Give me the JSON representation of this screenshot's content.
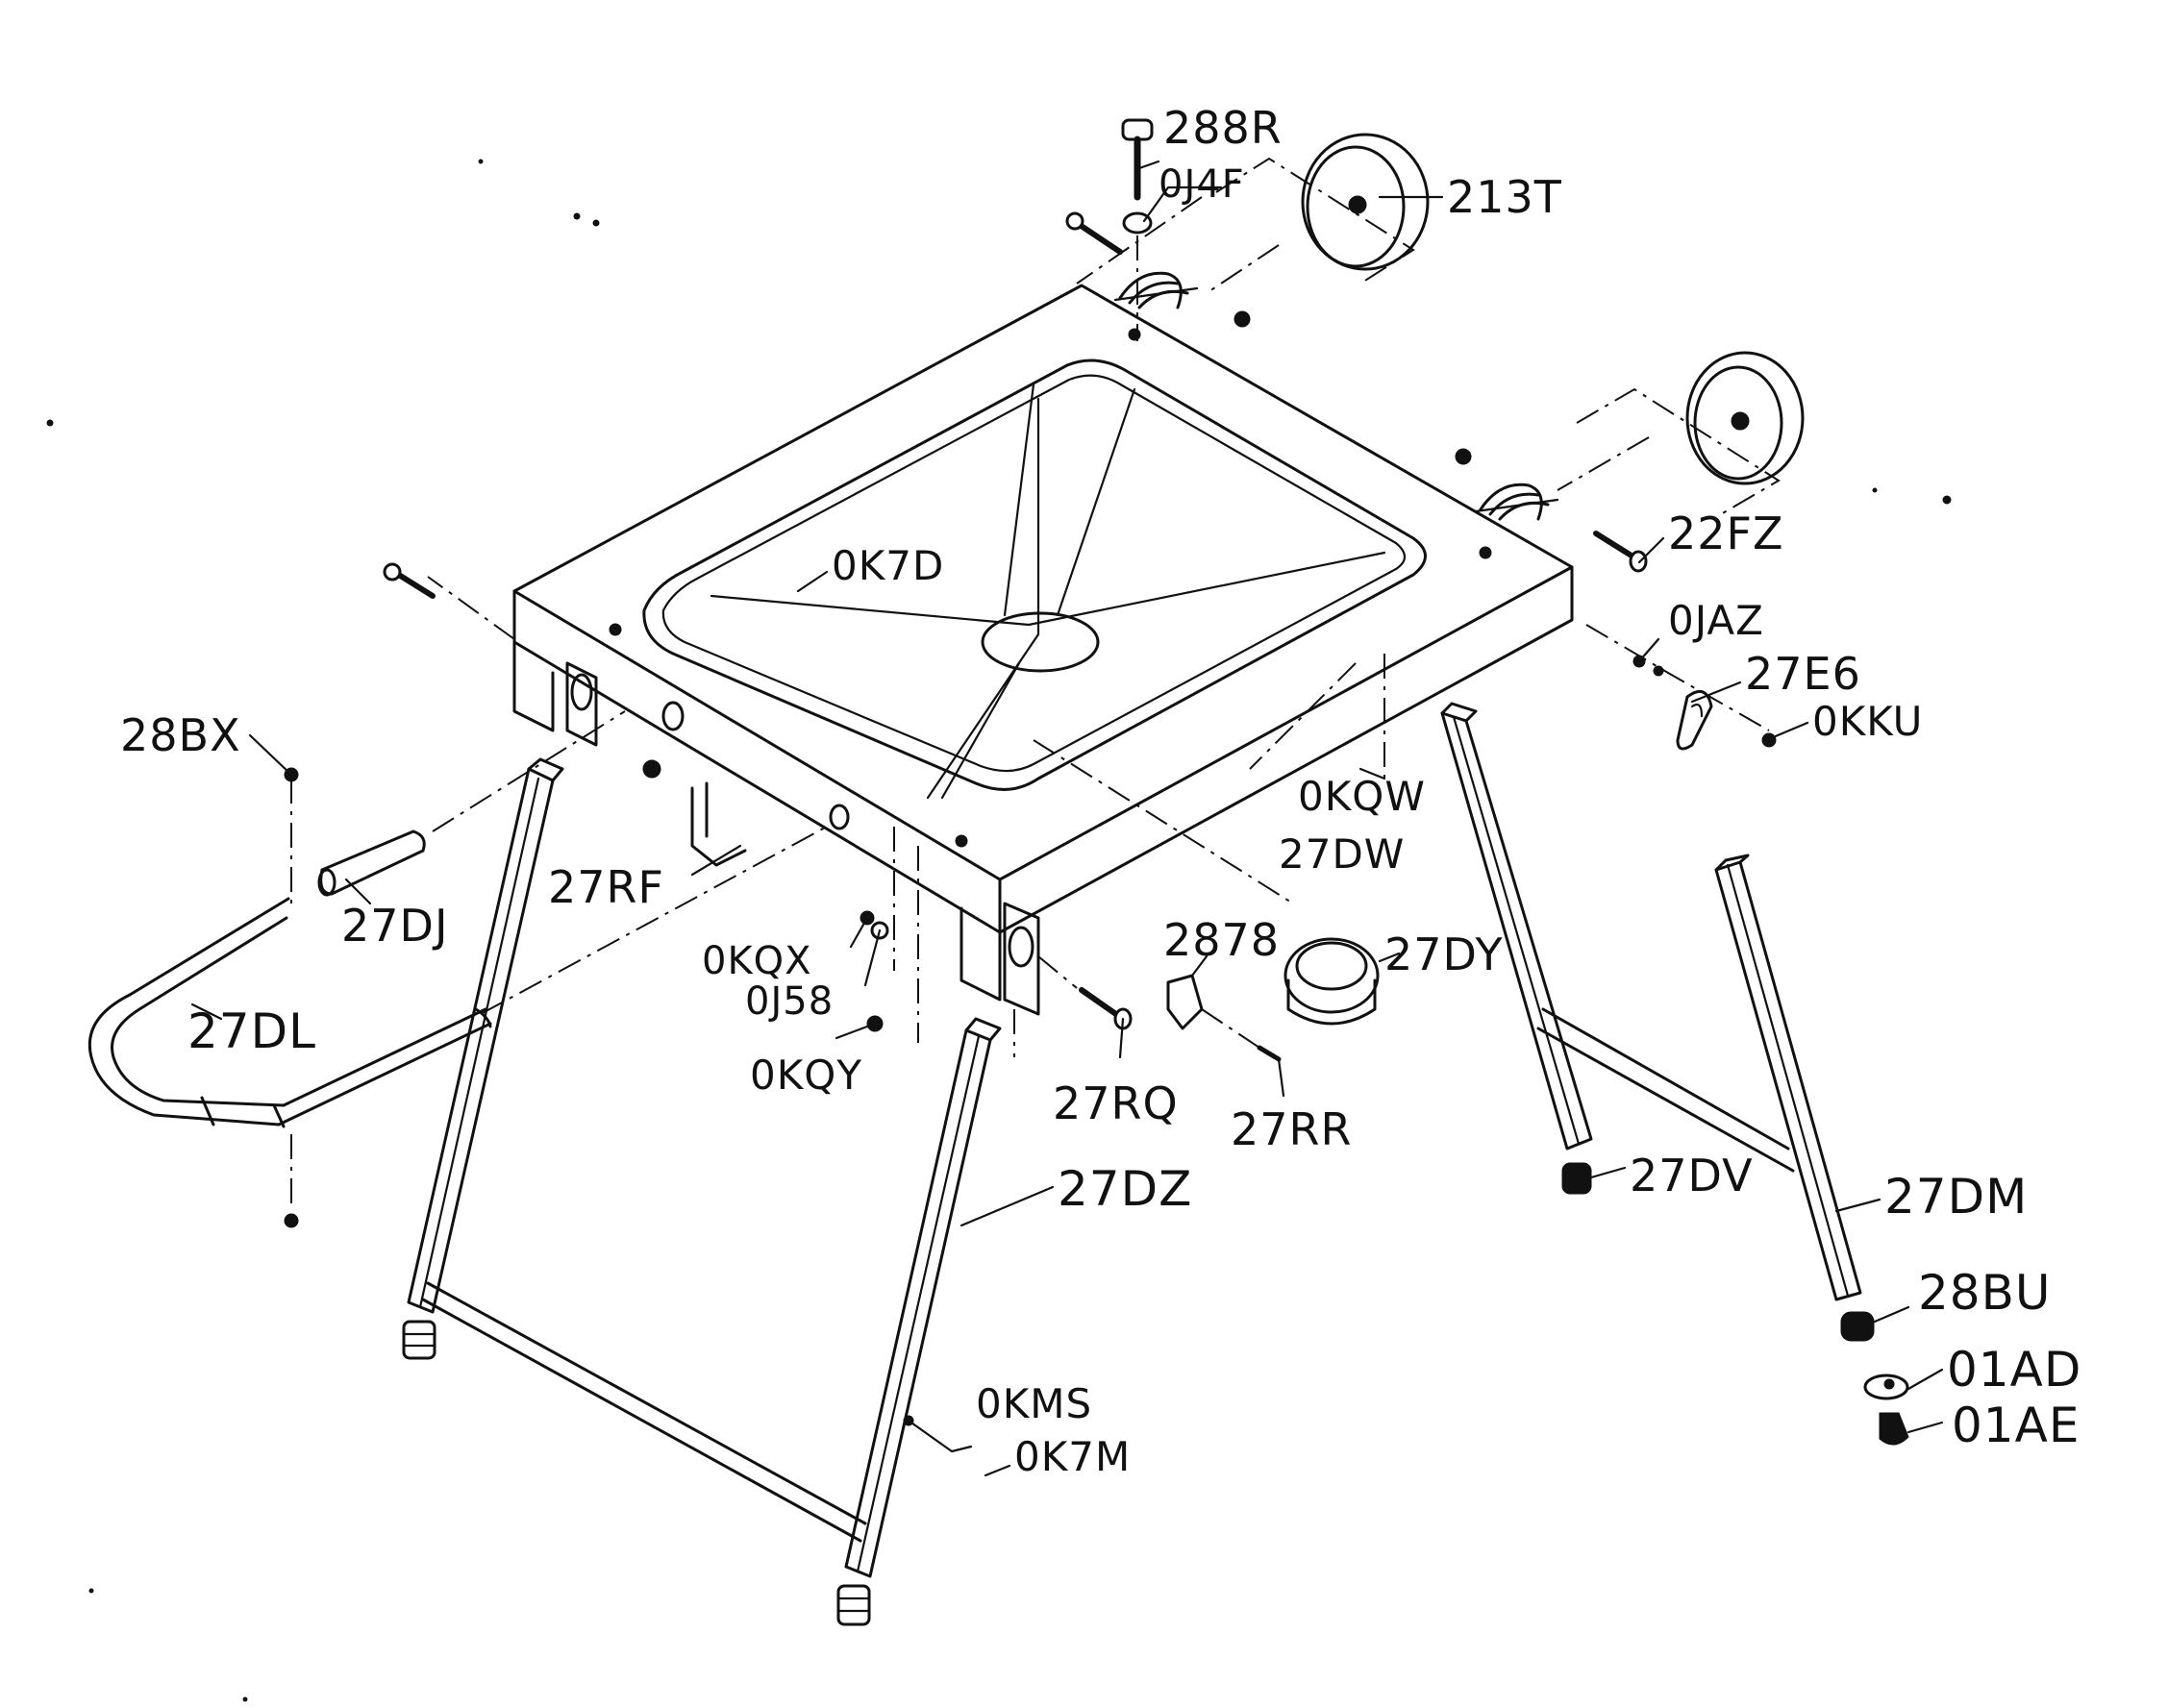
{
  "parts": [
    {
      "key": "p288r",
      "label": "288R"
    },
    {
      "key": "p0j4f",
      "label": "0J4F"
    },
    {
      "key": "p213t",
      "label": "213T"
    },
    {
      "key": "p22fz",
      "label": "22FZ"
    },
    {
      "key": "p0jaz",
      "label": "0JAZ"
    },
    {
      "key": "p27e6",
      "label": "27E6"
    },
    {
      "key": "p0kku",
      "label": "0KKU"
    },
    {
      "key": "p0k7d",
      "label": "0K7D"
    },
    {
      "key": "p28bx",
      "label": "28BX"
    },
    {
      "key": "p27dj",
      "label": "27DJ"
    },
    {
      "key": "p27rf",
      "label": "27RF"
    },
    {
      "key": "p27dl",
      "label": "27DL"
    },
    {
      "key": "p0kqw",
      "label": "0KQW"
    },
    {
      "key": "p27dw",
      "label": "27DW"
    },
    {
      "key": "p2878",
      "label": "2878"
    },
    {
      "key": "p27dy",
      "label": "27DY"
    },
    {
      "key": "p0kqx",
      "label": "0KQX"
    },
    {
      "key": "p0j58",
      "label": "0J58"
    },
    {
      "key": "p0kqy",
      "label": "0KQY"
    },
    {
      "key": "p27rq",
      "label": "27RQ"
    },
    {
      "key": "p27rr",
      "label": "27RR"
    },
    {
      "key": "p27dz",
      "label": "27DZ"
    },
    {
      "key": "p27dv",
      "label": "27DV"
    },
    {
      "key": "p27dm",
      "label": "27DM"
    },
    {
      "key": "p28bu",
      "label": "28BU"
    },
    {
      "key": "p01ad",
      "label": "01AD"
    },
    {
      "key": "p01ae",
      "label": "01AE"
    },
    {
      "key": "p0kms",
      "label": "0KMS"
    },
    {
      "key": "p0k7m",
      "label": "0K7M"
    }
  ]
}
